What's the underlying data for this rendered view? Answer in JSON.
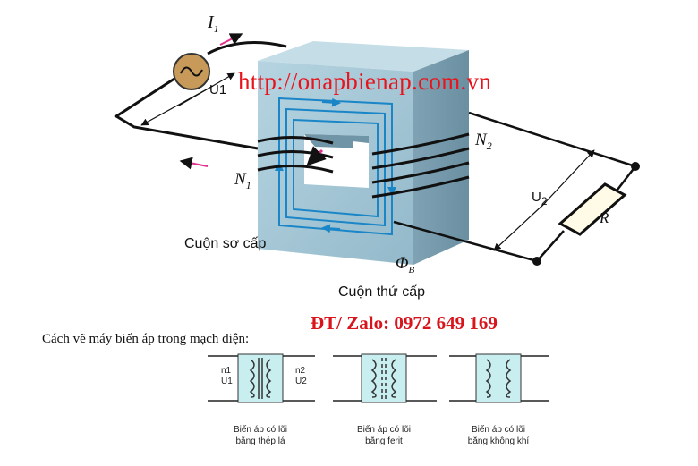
{
  "main_figure": {
    "current_label": "I",
    "current_sub": "1",
    "u1_label": "U",
    "u1_sub": "1",
    "n1_label": "N",
    "n1_sub": "1",
    "n2_label": "N",
    "n2_sub": "2",
    "u2_label": "U",
    "u2_sub": "2",
    "resistor_label": "R",
    "flux_label": "Φ",
    "flux_sub": "B",
    "primary_coil_label": "Cuộn sơ cấp",
    "secondary_coil_label": "Cuộn thứ cấp"
  },
  "watermark": {
    "website": "http://onapbienap.com.vn",
    "phone": "ĐT/ Zalo: 0972 649 169"
  },
  "symbols_section": {
    "intro": "Cách vẽ máy biến áp trong mạch điện:",
    "symbols": [
      {
        "left_top": "n1",
        "left_bottom": "U1",
        "right_top": "n2",
        "right_bottom": "U2",
        "caption_line1": "Biến áp có lõi",
        "caption_line2": "bằng thép lá"
      },
      {
        "caption_line1": "Biến áp có lõi",
        "caption_line2": "bằng ferit"
      },
      {
        "caption_line1": "Biến áp có lõi",
        "caption_line2": "bằng không khí"
      }
    ]
  },
  "colors": {
    "core": "#9fc3d3",
    "flux_line": "#1a86c7",
    "arrow": "#e0338f",
    "source_fill": "#c79a5a",
    "red_text": "#e8141c",
    "symbol_fill": "#c9eef0"
  }
}
